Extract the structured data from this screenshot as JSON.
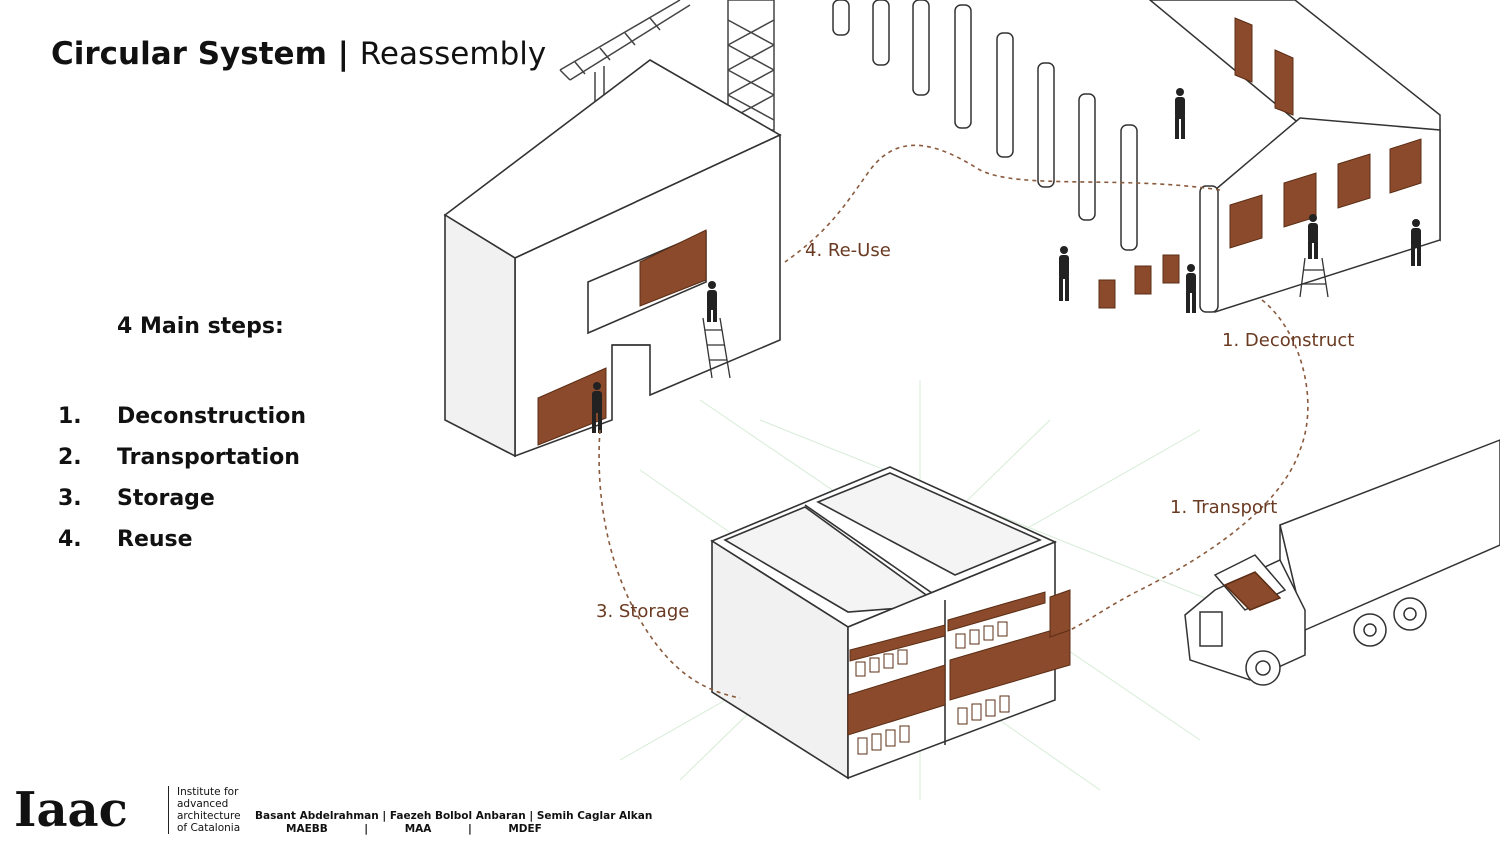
{
  "slide": {
    "title_bold": "Circular System |",
    "title_light": "Reassembly"
  },
  "steps": {
    "heading": "4 Main steps:",
    "items": [
      {
        "num": "1.",
        "label": "Deconstruction"
      },
      {
        "num": "2.",
        "label": "Transportation"
      },
      {
        "num": "3.",
        "label": "Storage"
      },
      {
        "num": "4.",
        "label": "Reuse"
      }
    ]
  },
  "diagram": {
    "labels": {
      "reuse": "4. Re-Use",
      "deconstruct": "1. Deconstruct",
      "transport": "1. Transport",
      "storage": "3. Storage"
    },
    "colors": {
      "panel": "#8b4a2b",
      "path": "#8a5a3c",
      "line": "#333333"
    }
  },
  "footer": {
    "logo_text": "Iaac",
    "institute": [
      "Institute for",
      "advanced",
      "architecture",
      "of Catalonia"
    ],
    "authors": "Basant Abdelrahman | Faezeh Bolbol Anbaran | Semih Caglar Alkan",
    "programs": "MAEBB          |          MAA          |          MDEF"
  }
}
